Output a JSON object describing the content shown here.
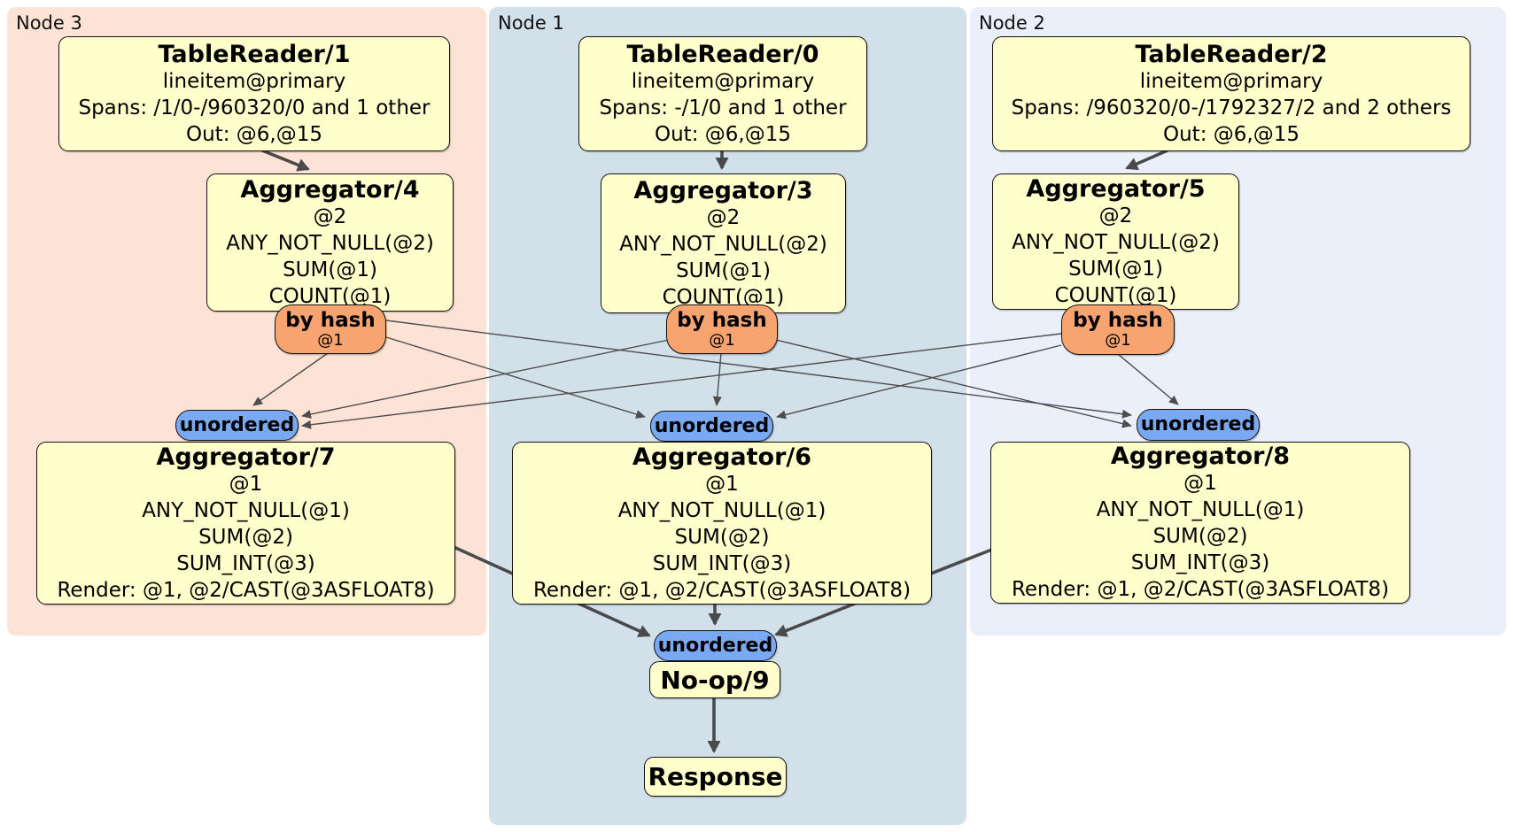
{
  "panels": [
    {
      "id": "node3",
      "label": "Node 3"
    },
    {
      "id": "node1",
      "label": "Node 1"
    },
    {
      "id": "node2",
      "label": "Node 2"
    }
  ],
  "colors": {
    "node3_bg": "#fce3d5",
    "node1_bg": "#d2e0ea",
    "node2_bg": "#eaeffa",
    "processor_bg": "#ffffcc",
    "router_bg": "#f7a471",
    "sync_bg": "#79a9f2",
    "edge": "#4a4a4a"
  },
  "processors": {
    "tr1": {
      "title": "TableReader/1",
      "lines": [
        "lineitem@primary",
        "Spans: /1/0-/960320/0 and 1 other",
        "Out: @6,@15"
      ]
    },
    "tr0": {
      "title": "TableReader/0",
      "lines": [
        "lineitem@primary",
        "Spans: -/1/0 and 1 other",
        "Out: @6,@15"
      ]
    },
    "tr2": {
      "title": "TableReader/2",
      "lines": [
        "lineitem@primary",
        "Spans: /960320/0-/1792327/2 and 2 others",
        "Out: @6,@15"
      ]
    },
    "agg4": {
      "title": "Aggregator/4",
      "lines": [
        "@2",
        "ANY_NOT_NULL(@2)",
        "SUM(@1)",
        "COUNT(@1)"
      ]
    },
    "agg3": {
      "title": "Aggregator/3",
      "lines": [
        "@2",
        "ANY_NOT_NULL(@2)",
        "SUM(@1)",
        "COUNT(@1)"
      ]
    },
    "agg5": {
      "title": "Aggregator/5",
      "lines": [
        "@2",
        "ANY_NOT_NULL(@2)",
        "SUM(@1)",
        "COUNT(@1)"
      ]
    },
    "agg7": {
      "title": "Aggregator/7",
      "lines": [
        "@1",
        "ANY_NOT_NULL(@1)",
        "SUM(@2)",
        "SUM_INT(@3)",
        "Render: @1, @2/CAST(@3ASFLOAT8)"
      ]
    },
    "agg6": {
      "title": "Aggregator/6",
      "lines": [
        "@1",
        "ANY_NOT_NULL(@1)",
        "SUM(@2)",
        "SUM_INT(@3)",
        "Render: @1, @2/CAST(@3ASFLOAT8)"
      ]
    },
    "agg8": {
      "title": "Aggregator/8",
      "lines": [
        "@1",
        "ANY_NOT_NULL(@1)",
        "SUM(@2)",
        "SUM_INT(@3)",
        "Render: @1, @2/CAST(@3ASFLOAT8)"
      ]
    },
    "noop": {
      "title": "No-op/9"
    },
    "response": {
      "title": "Response"
    }
  },
  "routers": {
    "left": {
      "label": "by hash",
      "key": "@1"
    },
    "center": {
      "label": "by hash",
      "key": "@1"
    },
    "right": {
      "label": "by hash",
      "key": "@1"
    }
  },
  "syncs": {
    "left": {
      "label": "unordered"
    },
    "center": {
      "label": "unordered"
    },
    "right": {
      "label": "unordered"
    },
    "final": {
      "label": "unordered"
    }
  }
}
